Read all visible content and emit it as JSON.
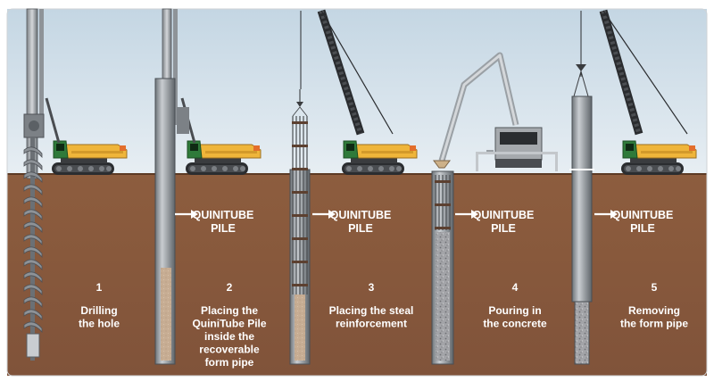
{
  "arrow_label": [
    "QUINITUBE",
    "PILE"
  ],
  "steps": [
    {
      "number": "1",
      "lines": [
        "Drilling",
        "the hole"
      ]
    },
    {
      "number": "2",
      "lines": [
        "Placing the",
        "QuiniTube Pile",
        "inside the",
        "recoverable",
        "form pipe"
      ]
    },
    {
      "number": "3",
      "lines": [
        "Placing the steal",
        "reinforcement"
      ]
    },
    {
      "number": "4",
      "lines": [
        "Pouring in",
        "the concrete"
      ]
    },
    {
      "number": "5",
      "lines": [
        "Removing",
        "the form pipe"
      ]
    }
  ],
  "colors": {
    "sky_top": "#c4d6e3",
    "sky_bottom": "#e7eef3",
    "soil": "#8a5b3d",
    "soil_dark": "#6e452c",
    "crane_yellow": "#efb53a",
    "crane_green": "#2f7a3a",
    "steel_grey": "#8f9499",
    "concrete": "#9fa0a4"
  }
}
